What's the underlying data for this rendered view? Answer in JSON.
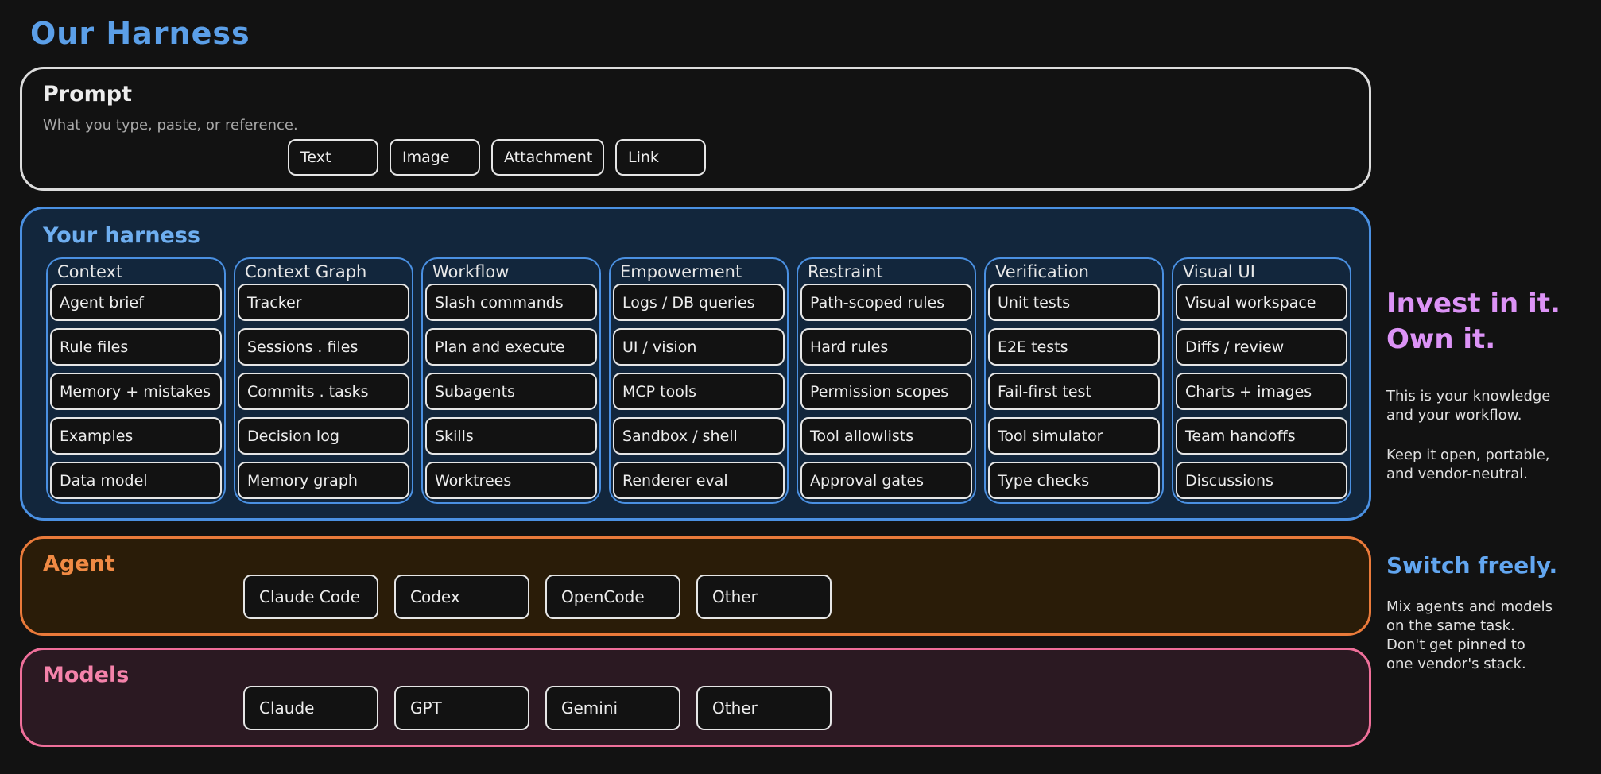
{
  "title": "Our Harness",
  "prompt": {
    "title": "Prompt",
    "subtitle": "What you type, paste, or reference.",
    "chips": [
      "Text",
      "Image",
      "Attachment",
      "Link"
    ]
  },
  "harness": {
    "title": "Your harness",
    "columns": [
      {
        "title": "Context",
        "items": [
          "Agent brief",
          "Rule files",
          "Memory + mistakes",
          "Examples",
          "Data model"
        ]
      },
      {
        "title": "Context Graph",
        "items": [
          "Tracker",
          "Sessions . files",
          "Commits . tasks",
          "Decision log",
          "Memory graph"
        ]
      },
      {
        "title": "Workflow",
        "items": [
          "Slash commands",
          "Plan and execute",
          "Subagents",
          "Skills",
          "Worktrees"
        ]
      },
      {
        "title": "Empowerment",
        "items": [
          "Logs / DB queries",
          "UI / vision",
          "MCP tools",
          "Sandbox / shell",
          "Renderer eval"
        ]
      },
      {
        "title": "Restraint",
        "items": [
          "Path-scoped rules",
          "Hard rules",
          "Permission scopes",
          "Tool allowlists",
          "Approval gates"
        ]
      },
      {
        "title": "Verification",
        "items": [
          "Unit tests",
          "E2E tests",
          "Fail-first test",
          "Tool simulator",
          "Type checks"
        ]
      },
      {
        "title": "Visual UI",
        "items": [
          "Visual workspace",
          "Diffs / review",
          "Charts + images",
          "Team handoffs",
          "Discussions"
        ]
      }
    ]
  },
  "agent": {
    "title": "Agent",
    "chips": [
      "Claude Code",
      "Codex",
      "OpenCode",
      "Other"
    ]
  },
  "models": {
    "title": "Models",
    "chips": [
      "Claude",
      "GPT",
      "Gemini",
      "Other"
    ]
  },
  "side": {
    "invest_line1": "Invest in it.",
    "invest_line2": "Own it.",
    "invest_text": [
      "This is your knowledge",
      "and your workflow.",
      "Keep it open, portable,",
      "and vendor-neutral."
    ],
    "switch_title": "Switch freely.",
    "switch_text": [
      "Mix agents and models",
      "on the same task.",
      "Don't get pinned to",
      "one vendor's stack."
    ]
  },
  "colors": {
    "harness": "#4a90e2",
    "agent": "#ea7a3a",
    "models": "#ef6f9a",
    "invest": "#dc93f6",
    "switch": "#62a6f0"
  }
}
